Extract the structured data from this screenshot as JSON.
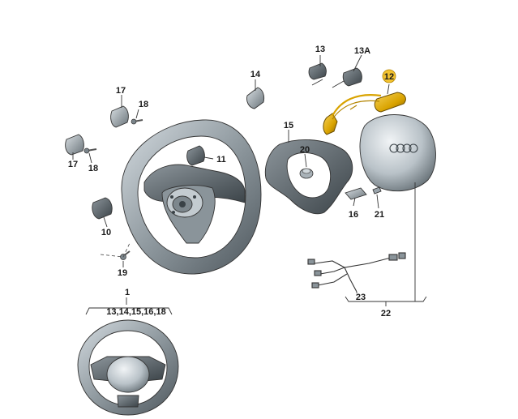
{
  "labels": {
    "l1": "1",
    "l10": "10",
    "l11": "11",
    "l12": "12",
    "l13": "13",
    "l13a": "13A",
    "l14": "14",
    "l15": "15",
    "l16": "16",
    "l17a": "17",
    "l17b": "17",
    "l18a": "18",
    "l18b": "18",
    "l19": "19",
    "l20": "20",
    "l21": "21",
    "l22": "22",
    "l23": "23",
    "l1_sub": "13,14,15,16,18"
  },
  "colors": {
    "highlight": "#e8b400",
    "highlight_dark": "#b38400",
    "rim_light": "#b9c2c9",
    "rim_dark": "#5d666d",
    "part_fill": "#9aa4ab",
    "line": "#333333"
  }
}
